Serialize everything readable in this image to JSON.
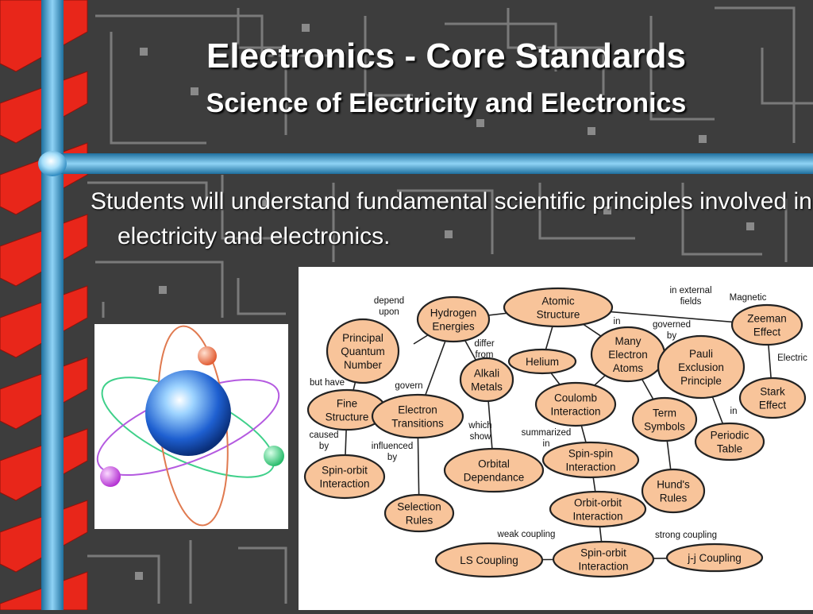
{
  "slide": {
    "title": "Electronics - Core Standards",
    "subtitle": "Science of Electricity and Electronics",
    "body": "Students will understand fundamental scientific principles involved in electricity and electronics."
  },
  "concept_map": {
    "nodes": [
      {
        "id": "hydrogen",
        "lines": [
          "Hydrogen",
          "Energies"
        ]
      },
      {
        "id": "atomic",
        "lines": [
          "Atomic",
          "Structure"
        ]
      },
      {
        "id": "zeeman",
        "lines": [
          "Zeeman",
          "Effect"
        ]
      },
      {
        "id": "principal",
        "lines": [
          "Principal",
          "Quantum",
          "Number"
        ]
      },
      {
        "id": "helium",
        "lines": [
          "Helium"
        ]
      },
      {
        "id": "many",
        "lines": [
          "Many",
          "Electron",
          "Atoms"
        ]
      },
      {
        "id": "pauli",
        "lines": [
          "Pauli",
          "Exclusion",
          "Principle"
        ]
      },
      {
        "id": "alkali",
        "lines": [
          "Alkali",
          "Metals"
        ]
      },
      {
        "id": "stark",
        "lines": [
          "Stark",
          "Effect"
        ]
      },
      {
        "id": "fine",
        "lines": [
          "Fine",
          "Structure"
        ]
      },
      {
        "id": "electron",
        "lines": [
          "Electron",
          "Transitions"
        ]
      },
      {
        "id": "coulomb",
        "lines": [
          "Coulomb",
          "Interaction"
        ]
      },
      {
        "id": "term",
        "lines": [
          "Term",
          "Symbols"
        ]
      },
      {
        "id": "periodic",
        "lines": [
          "Periodic",
          "Table"
        ]
      },
      {
        "id": "orbital",
        "lines": [
          "Orbital",
          "Dependance"
        ]
      },
      {
        "id": "spinspin",
        "lines": [
          "Spin-spin",
          "Interaction"
        ]
      },
      {
        "id": "spinorbit1",
        "lines": [
          "Spin-orbit",
          "Interaction"
        ]
      },
      {
        "id": "hunds",
        "lines": [
          "Hund's",
          "Rules"
        ]
      },
      {
        "id": "selection",
        "lines": [
          "Selection",
          "Rules"
        ]
      },
      {
        "id": "orbitorbit",
        "lines": [
          "Orbit-orbit",
          "Interaction"
        ]
      },
      {
        "id": "ls",
        "lines": [
          "LS Coupling"
        ]
      },
      {
        "id": "spinorbit2",
        "lines": [
          "Spin-orbit",
          "Interaction"
        ]
      },
      {
        "id": "jj",
        "lines": [
          "j-j Coupling"
        ]
      }
    ],
    "edge_labels": [
      {
        "id": "depend-upon",
        "lines": [
          "depend",
          "upon"
        ]
      },
      {
        "id": "differ-from",
        "lines": [
          "differ",
          "from"
        ]
      },
      {
        "id": "in-1",
        "lines": [
          "in"
        ]
      },
      {
        "id": "governed-by",
        "lines": [
          "governed",
          "by"
        ]
      },
      {
        "id": "in-external-fields",
        "lines": [
          "in external",
          "fields"
        ]
      },
      {
        "id": "magnetic",
        "lines": [
          "Magnetic"
        ]
      },
      {
        "id": "electric",
        "lines": [
          "Electric"
        ]
      },
      {
        "id": "but-have",
        "lines": [
          "but have"
        ]
      },
      {
        "id": "govern",
        "lines": [
          "govern"
        ]
      },
      {
        "id": "in-2",
        "lines": [
          "in"
        ]
      },
      {
        "id": "caused-by",
        "lines": [
          "caused",
          "by"
        ]
      },
      {
        "id": "influenced-by",
        "lines": [
          "influenced",
          "by"
        ]
      },
      {
        "id": "which-show",
        "lines": [
          "which",
          "show"
        ]
      },
      {
        "id": "summarized-in",
        "lines": [
          "summarized",
          "in"
        ]
      },
      {
        "id": "weak-coupling",
        "lines": [
          "weak coupling"
        ]
      },
      {
        "id": "strong-coupling",
        "lines": [
          "strong coupling"
        ]
      }
    ]
  },
  "colors": {
    "background": "#3d3d3d",
    "circuit_trace": "#7a7a7a",
    "rail_blue": "#4aa8d8",
    "ribbon_red": "#e8261a",
    "node_fill": "#f8c49a",
    "node_stroke": "#222222"
  },
  "icons": {
    "atom": "atom-illustration-icon"
  }
}
